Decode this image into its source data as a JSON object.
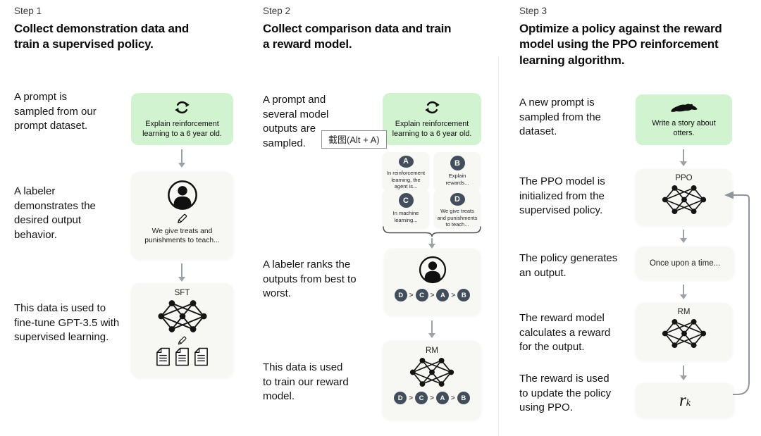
{
  "colors": {
    "prompt_green": "#d2f3d0",
    "card_bg": "#f7f7f4",
    "badge_dark": "#434e5c",
    "arrow_gray": "#9aa2a8",
    "background": "#ffffff"
  },
  "tooltip": {
    "text": "截图(Alt + A)"
  },
  "columns": [
    {
      "step_label": "Step 1",
      "title": "Collect demonstration data and train a supervised policy.",
      "captions": [
        "A prompt is sampled from our prompt dataset.",
        "A labeler demonstrates the desired output behavior.",
        "This data is used to fine-tune GPT-3.5 with supervised learning."
      ],
      "prompt_box": {
        "icon": "refresh-icon",
        "text": "Explain reinforcement learning to a 6 year old."
      },
      "labeler_box": {
        "person_icon": "labeler-icon",
        "pencil_icon": "pencil-icon",
        "text": "We give treats and punishments to teach..."
      },
      "model_box": {
        "label": "SFT",
        "icons": [
          "neural-network-icon",
          "pencil-icon",
          "documents-icon"
        ]
      }
    },
    {
      "step_label": "Step 2",
      "title": "Collect comparison data and train a reward model.",
      "captions": [
        "A prompt and several model outputs are sampled.",
        "A labeler ranks the outputs from best to worst.",
        "This data is used to train our reward model."
      ],
      "prompt_box": {
        "icon": "refresh-icon",
        "text": "Explain reinforcement learning to a 6 year old."
      },
      "answers": [
        {
          "id": "A",
          "text": "In reinforcement learning, the agent is..."
        },
        {
          "id": "B",
          "text": "Explain rewards..."
        },
        {
          "id": "C",
          "text": "In machine learning..."
        },
        {
          "id": "D",
          "text": "We give treats and punishments to teach..."
        }
      ],
      "ranking": [
        "D",
        "C",
        "A",
        "B"
      ],
      "rank_sep": ">",
      "labeler_box": {
        "person_icon": "labeler-icon"
      },
      "model_box": {
        "label": "RM",
        "icons": [
          "neural-network-icon"
        ]
      }
    },
    {
      "step_label": "Step 3",
      "title": "Optimize a policy against the reward model using the PPO reinforcement learning algorithm.",
      "captions": [
        "A new prompt is sampled from the dataset.",
        "The PPO model is initialized from the supervised policy.",
        "The policy generates an output.",
        "The reward model calculates a reward for the output.",
        "The reward is used to update the policy using PPO."
      ],
      "prompt_box": {
        "icon": "otter-icon",
        "text": "Write a story about otters."
      },
      "ppo_box": {
        "label": "PPO",
        "icons": [
          "neural-network-icon"
        ]
      },
      "output_box": {
        "text": "Once upon a time..."
      },
      "rm_box": {
        "label": "RM",
        "icons": [
          "neural-network-icon"
        ]
      },
      "reward_box": {
        "symbol": "r",
        "subscript": "k"
      }
    }
  ]
}
